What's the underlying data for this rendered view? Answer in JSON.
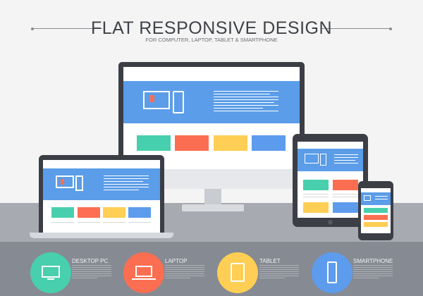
{
  "header": {
    "title": "FLAT RESPONSIVE DESIGN",
    "subtitle": "FOR COMPUTER, LAPTOP, TABLET & SMARTPHONE"
  },
  "colors": {
    "teal": "#48cfae",
    "red": "#fc6e51",
    "yellow": "#ffce54",
    "blue": "#5d9cec",
    "frame": "#3b3e45",
    "band": "#868a93"
  },
  "devices": [
    {
      "label": "DESKTOP PC",
      "icon": "monitor-icon",
      "color": "#48cfae"
    },
    {
      "label": "LAPTOP",
      "icon": "laptop-icon",
      "color": "#fc6e51"
    },
    {
      "label": "TABLET",
      "icon": "tablet-icon",
      "color": "#ffce54"
    },
    {
      "label": "SMARTPHONE",
      "icon": "smartphone-icon",
      "color": "#5d9cec"
    }
  ]
}
